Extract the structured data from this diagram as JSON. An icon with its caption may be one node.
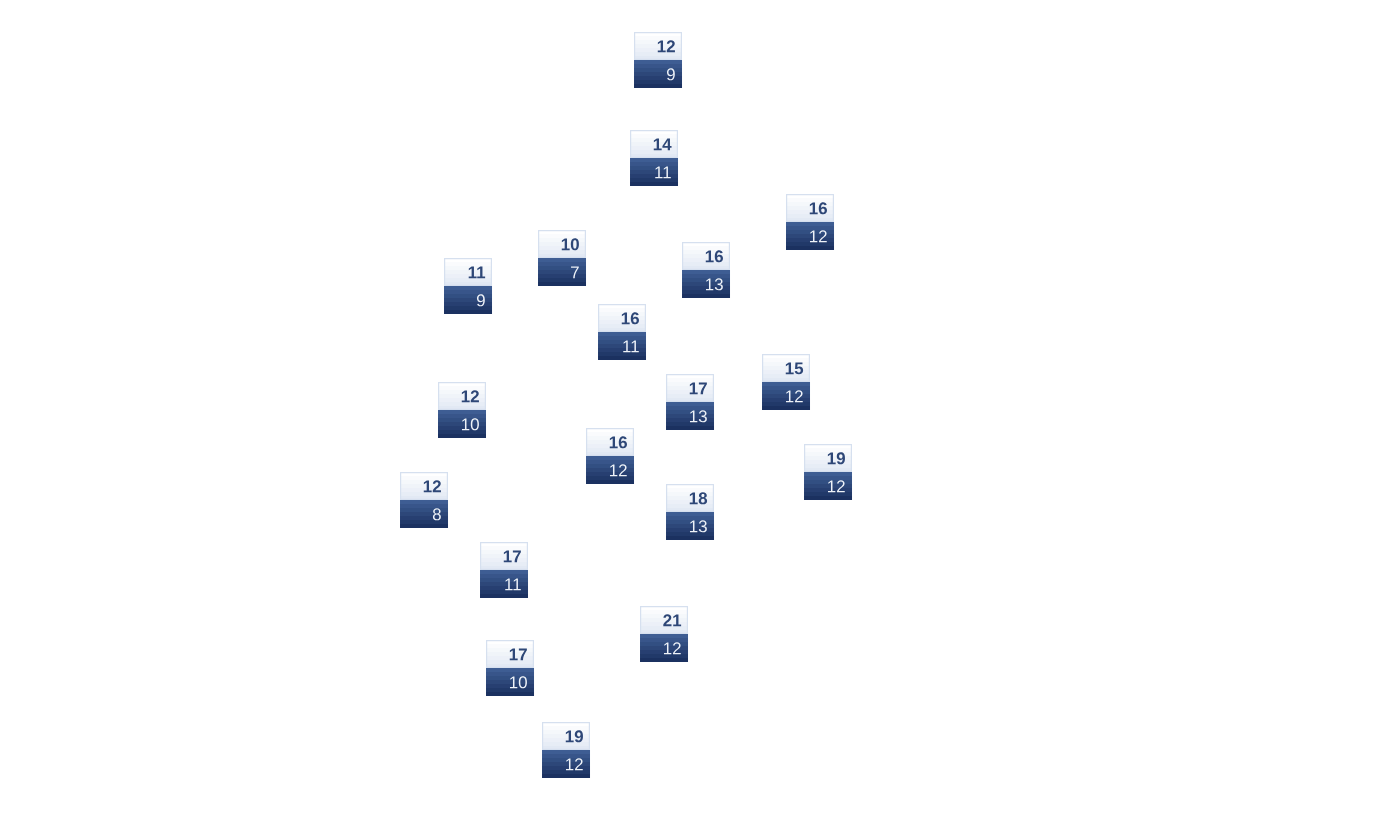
{
  "diagram": {
    "nodes": [
      {
        "text": [
          "12",
          "9"
        ]
      },
      {
        "text": [
          "14",
          "11"
        ]
      },
      {
        "text": [
          "16",
          "12"
        ]
      },
      {
        "text": [
          "10",
          "7"
        ]
      },
      {
        "text": [
          "16",
          "13"
        ]
      },
      {
        "text": [
          "11",
          "9"
        ]
      },
      {
        "text": [
          "16",
          "11"
        ]
      },
      {
        "text": [
          "15",
          "12"
        ]
      },
      {
        "text": [
          "17",
          "13"
        ]
      },
      {
        "text": [
          "12",
          "10"
        ]
      },
      {
        "text": [
          "16",
          "12"
        ]
      },
      {
        "text": [
          "19",
          "12"
        ]
      },
      {
        "text": [
          "12",
          "8"
        ]
      },
      {
        "text": [
          "18",
          "13"
        ]
      },
      {
        "text": [
          "17",
          "11"
        ]
      },
      {
        "text": [
          "21",
          "12"
        ]
      },
      {
        "text": [
          "17",
          "10"
        ]
      },
      {
        "text": [
          "19",
          "12"
        ]
      }
    ]
  }
}
